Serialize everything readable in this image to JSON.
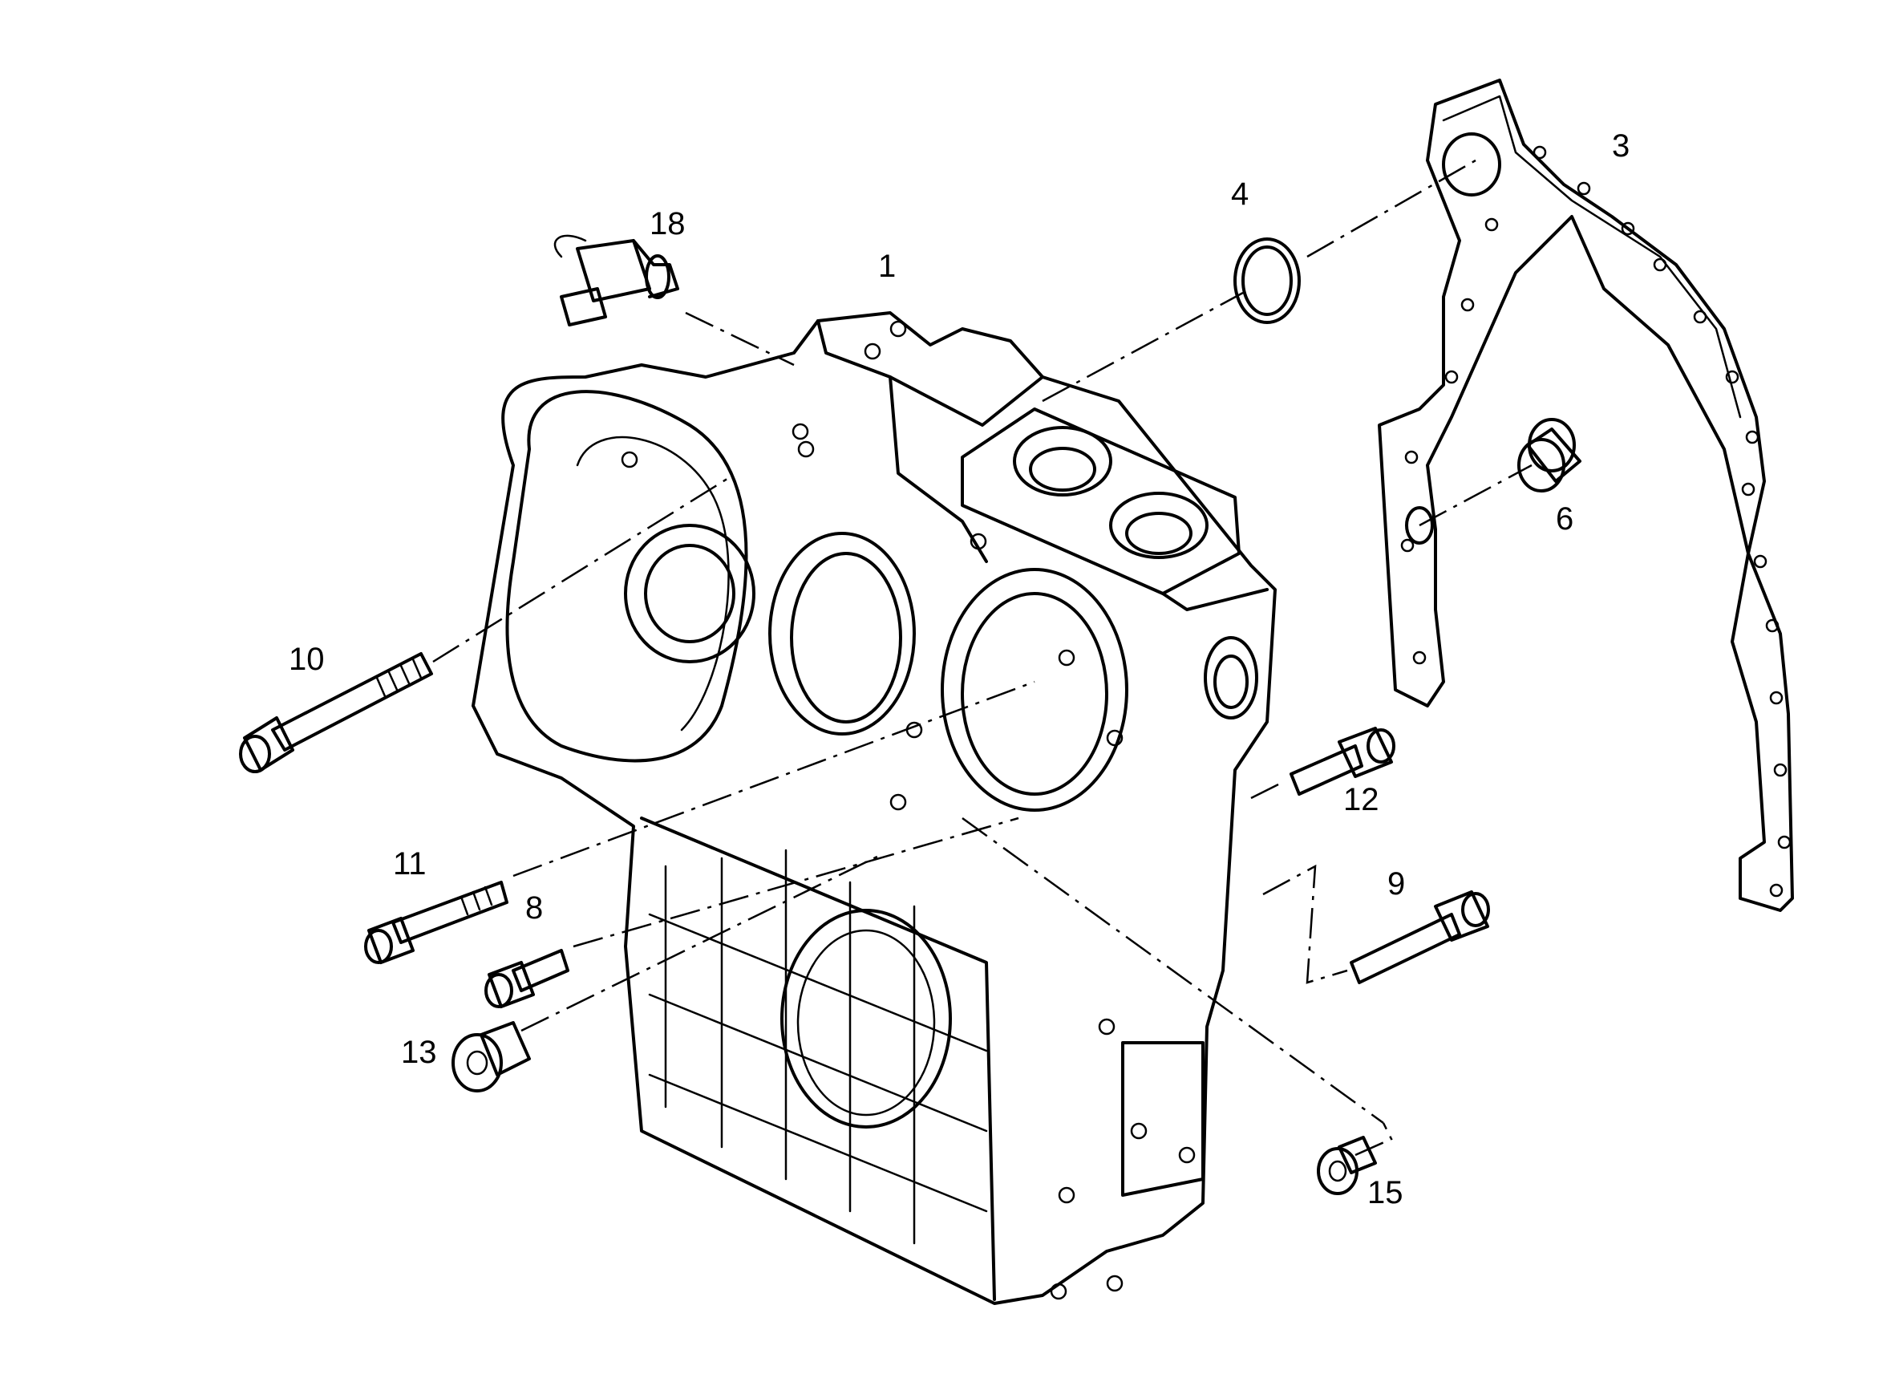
{
  "diagram": {
    "callouts": [
      {
        "id": "1",
        "label": "1"
      },
      {
        "id": "3",
        "label": "3"
      },
      {
        "id": "4",
        "label": "4"
      },
      {
        "id": "6",
        "label": "6"
      },
      {
        "id": "8",
        "label": "8"
      },
      {
        "id": "9",
        "label": "9"
      },
      {
        "id": "10",
        "label": "10"
      },
      {
        "id": "11",
        "label": "11"
      },
      {
        "id": "12",
        "label": "12"
      },
      {
        "id": "13",
        "label": "13"
      },
      {
        "id": "15",
        "label": "15"
      },
      {
        "id": "18",
        "label": "18"
      }
    ]
  }
}
